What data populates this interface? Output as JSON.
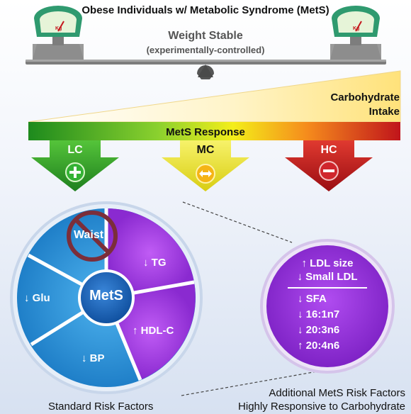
{
  "header": {
    "title": "Obese Individuals w/ Metabolic Syndrome (MetS)",
    "weight_stable": "Weight Stable",
    "controlled": "(experimentally-controlled)",
    "scale_unit_left": "Kg",
    "scale_unit_right": "Kg"
  },
  "intake": {
    "line1": "Carbohydrate",
    "line2": "Intake"
  },
  "response_bar": {
    "label": "MetS Response"
  },
  "diets": [
    {
      "label": "LC",
      "symbol": "+"
    },
    {
      "label": "MC",
      "symbol": "↔"
    },
    {
      "label": "HC",
      "symbol": "−"
    }
  ],
  "circle": {
    "center": "MetS",
    "waist": "Waist",
    "tg": "↓ TG",
    "glu": "↓ Glu",
    "hdl": "↑ HDL-C",
    "bp": "↓ BP"
  },
  "additional": {
    "ldl_size": "↑ LDL size",
    "small_ldl": "↓ Small LDL",
    "sfa": "↓ SFA",
    "n7": "↓ 16:1n7",
    "n6a": "↓ 20:3n6",
    "n6b": "↑ 20:4n6"
  },
  "captions": {
    "left": "Standard Risk Factors",
    "right_line1": "Additional MetS Risk Factors",
    "right_line2": "Highly Responsive to Carbohydrate"
  },
  "colors": {
    "green": "#2f9a2f",
    "yellow": "#f1e81a",
    "red": "#c4161c",
    "blue": "#2b8fd6",
    "purple": "#a23ee8"
  }
}
